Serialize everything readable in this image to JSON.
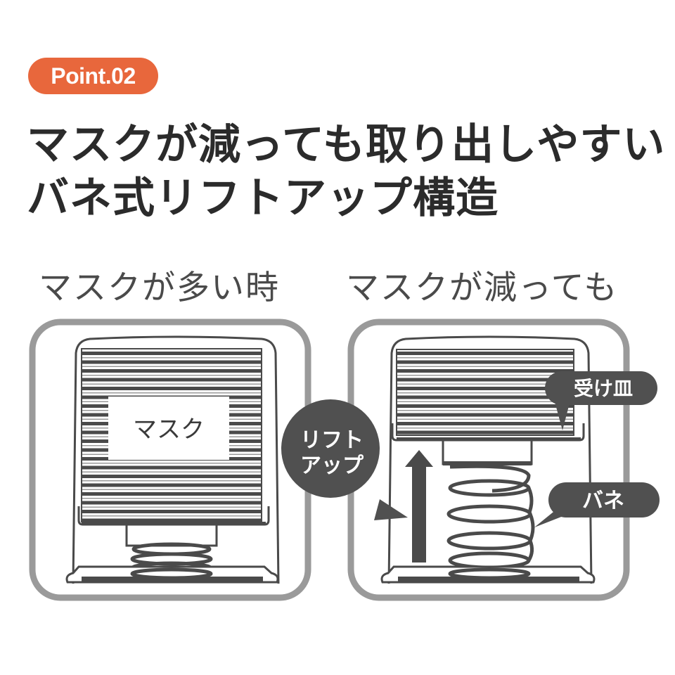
{
  "badge": {
    "label": "Point.02",
    "color": "#e8673c"
  },
  "title": {
    "line1": "マスクが減っても取り出しやすい",
    "line2": "バネ式リフトアップ構造"
  },
  "panels": [
    {
      "heading": "マスクが多い時",
      "mask_label": "マスク"
    },
    {
      "heading": "マスクが減っても",
      "callouts": {
        "lift_up_line1": "リフト",
        "lift_up_line2": "アップ",
        "tray": "受け皿",
        "spring": "バネ"
      }
    }
  ],
  "colors": {
    "frame": "#9a9a9a",
    "line": "#4a4a4a",
    "bubble": "#505050",
    "text": "#2b2b2b"
  }
}
